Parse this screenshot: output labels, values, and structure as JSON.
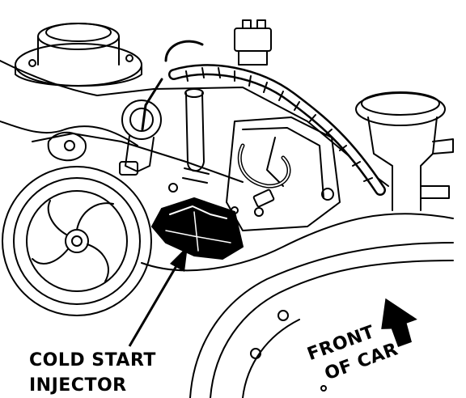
{
  "figure": {
    "callout_line1": "COLD START",
    "callout_line2": "INJECTOR",
    "direction_line1": "FRONT",
    "direction_line2": "OF CAR"
  },
  "colors": {
    "ink": "#000000",
    "paper": "#ffffff"
  },
  "icons": {
    "direction": "front-of-car-arrow-icon",
    "callout": "callout-arrow-icon"
  }
}
